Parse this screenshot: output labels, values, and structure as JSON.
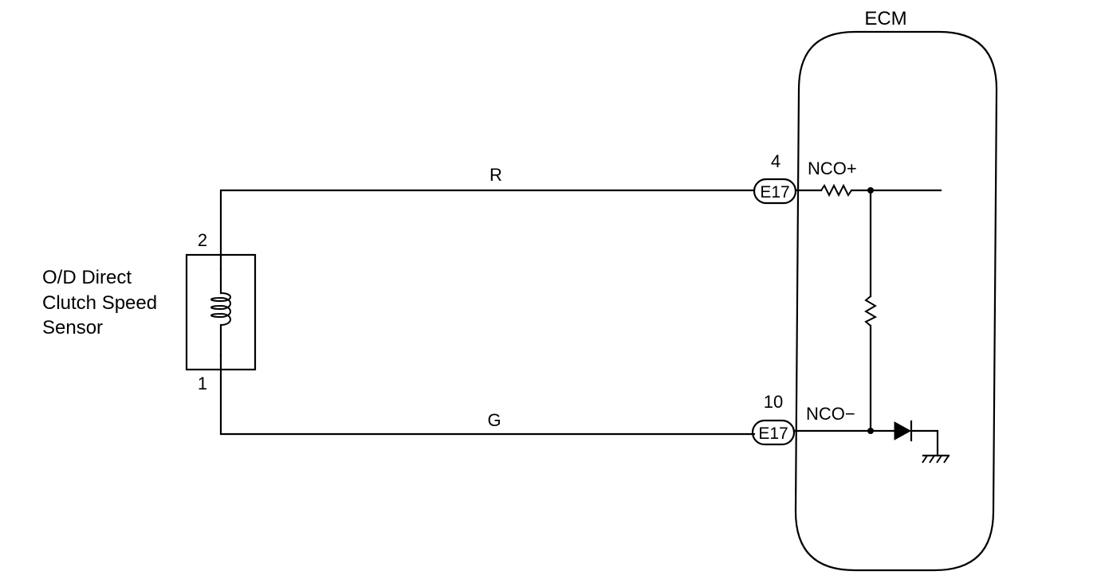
{
  "ecm": {
    "title": "ECM",
    "terminal_plus": {
      "pin": "4",
      "connector": "E17",
      "signal": "NCO+"
    },
    "terminal_minus": {
      "pin": "10",
      "connector": "E17",
      "signal": "NCO−"
    }
  },
  "sensor": {
    "name_lines": [
      "O/D Direct",
      "Clutch Speed",
      "Sensor"
    ],
    "pin_top": "2",
    "pin_bottom": "1"
  },
  "wires": {
    "top_color": "R",
    "bottom_color": "G"
  },
  "colors": {
    "line": "#000000",
    "background": "#ffffff"
  }
}
